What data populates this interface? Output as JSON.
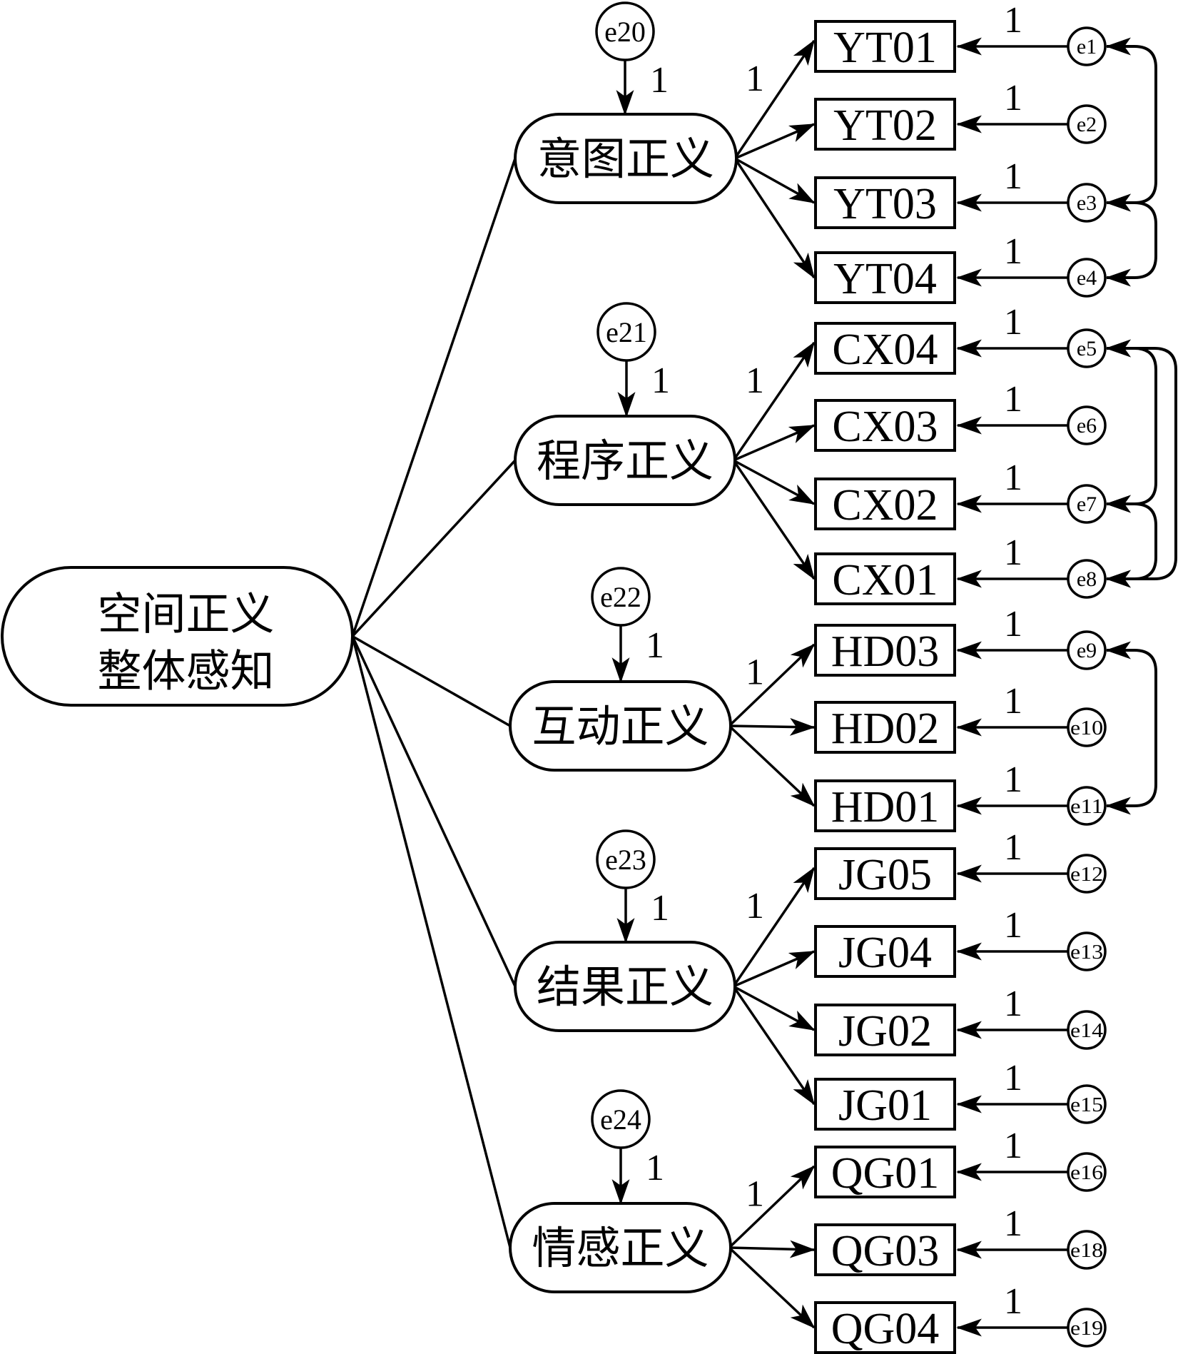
{
  "colors": {
    "ink": "#000000",
    "background": "#ffffff"
  },
  "diagram": {
    "type": "structural-equation-model",
    "second_order_factor": {
      "id": "G",
      "label_lines": [
        "空间正义",
        "整体感知"
      ]
    },
    "first_order_factors": [
      {
        "id": "F1",
        "label": "意图正义",
        "disturbance": "e20",
        "disturbance_weight": "1",
        "first_loading_label": "1",
        "indicators": [
          "YT01",
          "YT02",
          "YT03",
          "YT04"
        ]
      },
      {
        "id": "F2",
        "label": "程序正义",
        "disturbance": "e21",
        "disturbance_weight": "1",
        "first_loading_label": "1",
        "indicators": [
          "CX04",
          "CX03",
          "CX02",
          "CX01"
        ]
      },
      {
        "id": "F3",
        "label": "互动正义",
        "disturbance": "e22",
        "disturbance_weight": "1",
        "first_loading_label": "1",
        "indicators": [
          "HD03",
          "HD02",
          "HD01"
        ]
      },
      {
        "id": "F4",
        "label": "结果正义",
        "disturbance": "e23",
        "disturbance_weight": "1",
        "first_loading_label": "1",
        "indicators": [
          "JG05",
          "JG04",
          "JG02",
          "JG01"
        ]
      },
      {
        "id": "F5",
        "label": "情感正义",
        "disturbance": "e24",
        "disturbance_weight": "1",
        "first_loading_label": "1",
        "indicators": [
          "QG01",
          "QG03",
          "QG04"
        ]
      }
    ],
    "indicators": [
      {
        "name": "YT01",
        "error": "e1",
        "weight": "1"
      },
      {
        "name": "YT02",
        "error": "e2",
        "weight": "1"
      },
      {
        "name": "YT03",
        "error": "e3",
        "weight": "1"
      },
      {
        "name": "YT04",
        "error": "e4",
        "weight": "1"
      },
      {
        "name": "CX04",
        "error": "e5",
        "weight": "1"
      },
      {
        "name": "CX03",
        "error": "e6",
        "weight": "1"
      },
      {
        "name": "CX02",
        "error": "e7",
        "weight": "1"
      },
      {
        "name": "CX01",
        "error": "e8",
        "weight": "1"
      },
      {
        "name": "HD03",
        "error": "e9",
        "weight": "1"
      },
      {
        "name": "HD02",
        "error": "e10",
        "weight": "1"
      },
      {
        "name": "HD01",
        "error": "e11",
        "weight": "1"
      },
      {
        "name": "JG05",
        "error": "e12",
        "weight": "1"
      },
      {
        "name": "JG04",
        "error": "e13",
        "weight": "1"
      },
      {
        "name": "JG02",
        "error": "e14",
        "weight": "1"
      },
      {
        "name": "JG01",
        "error": "e15",
        "weight": "1"
      },
      {
        "name": "QG01",
        "error": "e16",
        "weight": "1"
      },
      {
        "name": "QG03",
        "error": "e18",
        "weight": "1"
      },
      {
        "name": "QG04",
        "error": "e19",
        "weight": "1"
      }
    ],
    "error_covariances": [
      [
        "e1",
        "e3"
      ],
      [
        "e3",
        "e4"
      ],
      [
        "e5",
        "e7"
      ],
      [
        "e5",
        "e8"
      ],
      [
        "e7",
        "e8"
      ],
      [
        "e9",
        "e11"
      ]
    ]
  }
}
